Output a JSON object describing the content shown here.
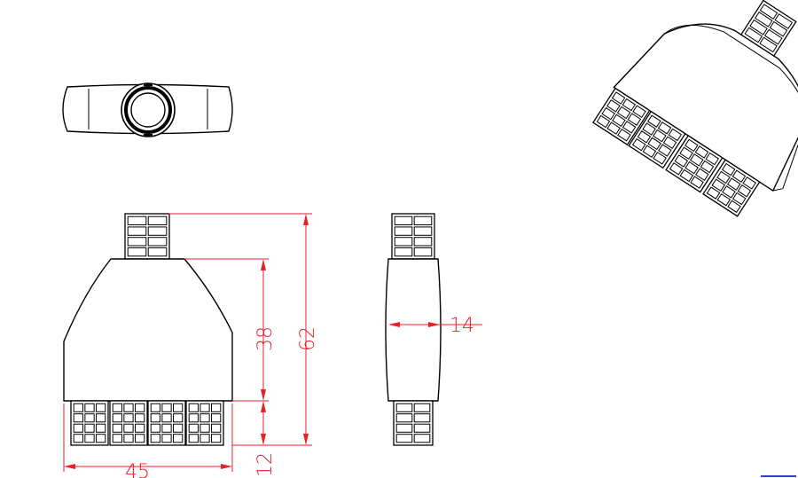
{
  "drawing": {
    "dimensions": {
      "overall_height": "62",
      "body_height": "38",
      "width": "45",
      "leg_length": "12",
      "thickness": "14"
    },
    "colors": {
      "outline": "#000000",
      "dimension": "#e8202a",
      "link_bar": "#2a3fd6"
    }
  }
}
